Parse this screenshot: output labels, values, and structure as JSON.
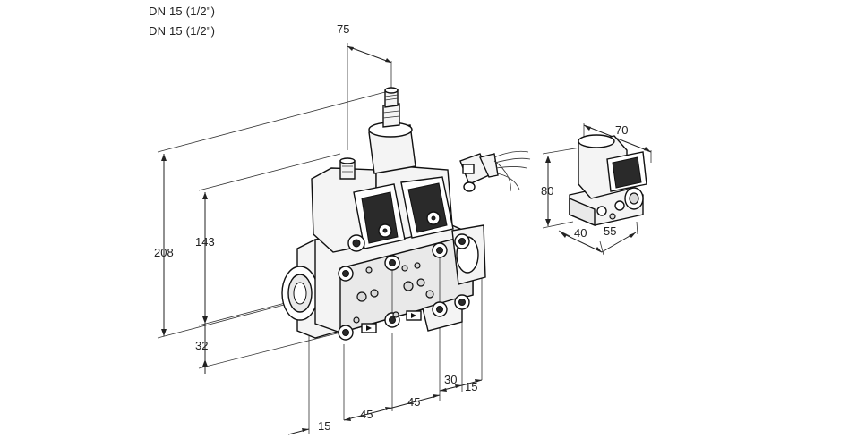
{
  "header": {
    "line1": "DN 15 (1/2\")",
    "line2": "DN 15 (1/2\")"
  },
  "dimensions": {
    "main_75": "75",
    "main_208": "208",
    "main_143": "143",
    "main_32": "32",
    "main_15_bottom": "15",
    "main_45_a": "45",
    "main_45_b": "45",
    "main_30": "30",
    "main_15_right": "15",
    "small_70": "70",
    "small_80": "80",
    "small_40": "40",
    "small_55": "55"
  }
}
